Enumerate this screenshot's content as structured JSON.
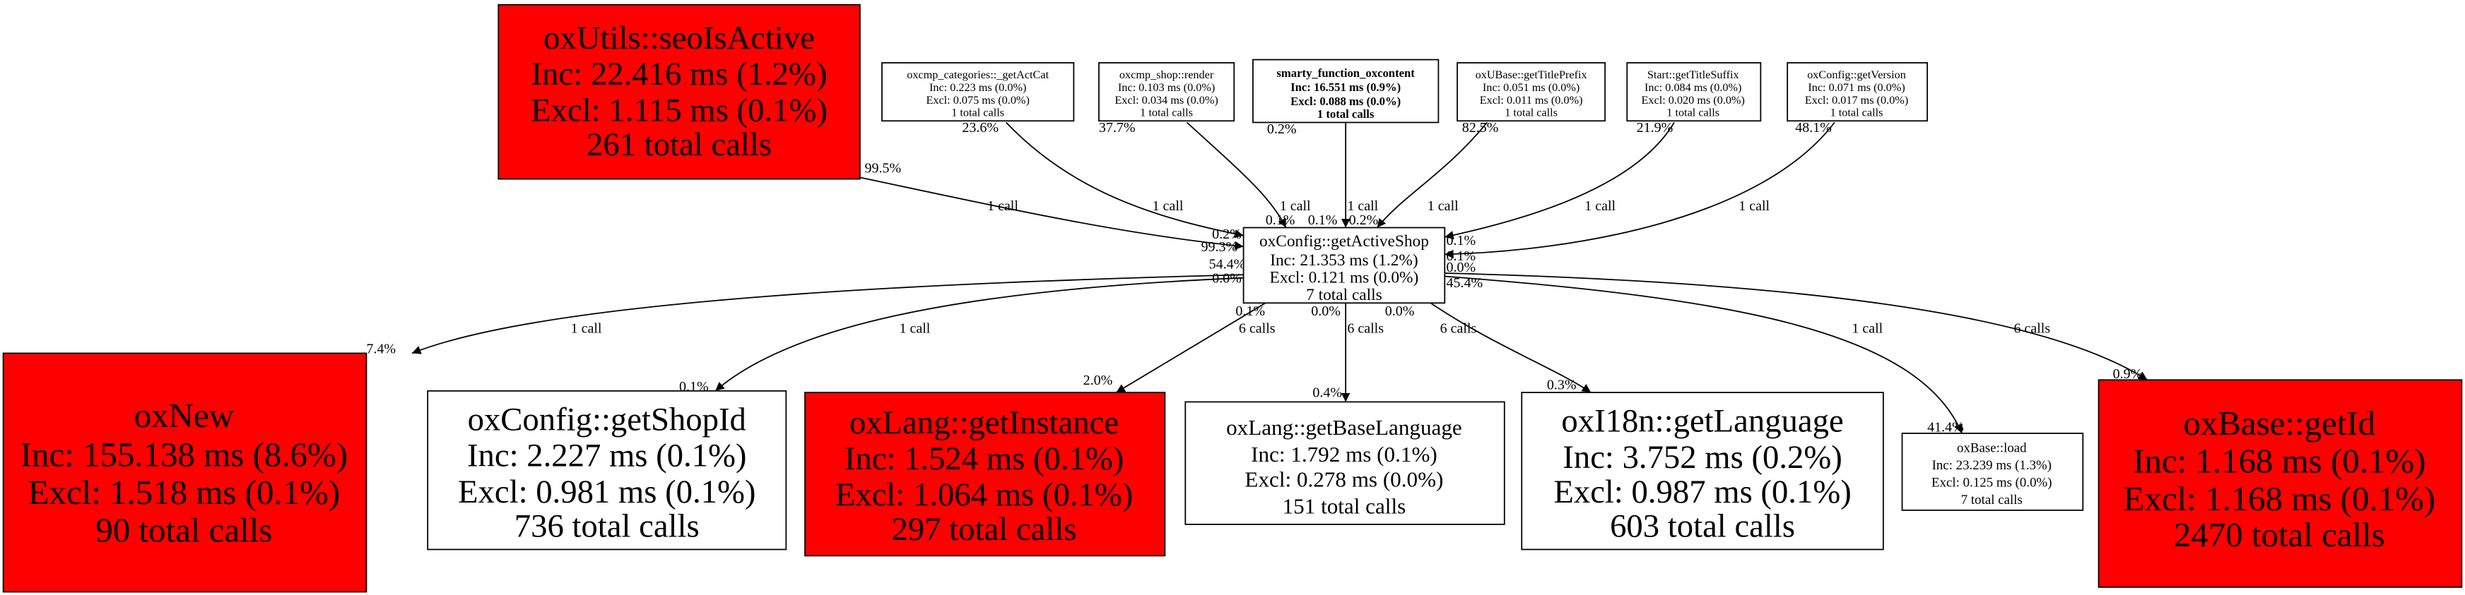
{
  "nodes": {
    "seoIsActive": {
      "name": "oxUtils::seoIsActive",
      "inc": "Inc: 22.416 ms (1.2%)",
      "excl": "Excl: 1.115 ms (0.1%)",
      "calls": "261 total calls",
      "fill": "#ff0000"
    },
    "getActCat": {
      "name": "oxcmp_categories::_getActCat",
      "inc": "Inc: 0.223 ms (0.0%)",
      "excl": "Excl: 0.075 ms (0.0%)",
      "calls": "1 total calls"
    },
    "shopRender": {
      "name": "oxcmp_shop::render",
      "inc": "Inc: 0.103 ms (0.0%)",
      "excl": "Excl: 0.034 ms (0.0%)",
      "calls": "1 total calls"
    },
    "smarty": {
      "name": "smarty_function_oxcontent",
      "inc": "Inc: 16.551 ms (0.9%)",
      "excl": "Excl: 0.088 ms (0.0%)",
      "calls": "1 total calls"
    },
    "getTitlePrefix": {
      "name": "oxUBase::getTitlePrefix",
      "inc": "Inc: 0.051 ms (0.0%)",
      "excl": "Excl: 0.011 ms (0.0%)",
      "calls": "1 total calls"
    },
    "getTitleSuffix": {
      "name": "Start::getTitleSuffix",
      "inc": "Inc: 0.084 ms (0.0%)",
      "excl": "Excl: 0.020 ms (0.0%)",
      "calls": "1 total calls"
    },
    "getVersion": {
      "name": "oxConfig::getVersion",
      "inc": "Inc: 0.071 ms (0.0%)",
      "excl": "Excl: 0.017 ms (0.0%)",
      "calls": "1 total calls"
    },
    "getActiveShop": {
      "name": "oxConfig::getActiveShop",
      "inc": "Inc: 21.353 ms (1.2%)",
      "excl": "Excl: 0.121 ms (0.0%)",
      "calls": "7 total calls"
    },
    "oxNew": {
      "name": "oxNew",
      "inc": "Inc: 155.138 ms (8.6%)",
      "excl": "Excl: 1.518 ms (0.1%)",
      "calls": "90 total calls",
      "fill": "#ff0000"
    },
    "getShopId": {
      "name": "oxConfig::getShopId",
      "inc": "Inc: 2.227 ms (0.1%)",
      "excl": "Excl: 0.981 ms (0.1%)",
      "calls": "736 total calls"
    },
    "getInstance": {
      "name": "oxLang::getInstance",
      "inc": "Inc: 1.524 ms (0.1%)",
      "excl": "Excl: 1.064 ms (0.1%)",
      "calls": "297 total calls",
      "fill": "#ff0000"
    },
    "getBaseLanguage": {
      "name": "oxLang::getBaseLanguage",
      "inc": "Inc: 1.792 ms (0.1%)",
      "excl": "Excl: 0.278 ms (0.0%)",
      "calls": "151 total calls"
    },
    "getLanguage": {
      "name": "oxI18n::getLanguage",
      "inc": "Inc: 3.752 ms (0.2%)",
      "excl": "Excl: 0.987 ms (0.1%)",
      "calls": "603 total calls"
    },
    "load": {
      "name": "oxBase::load",
      "inc": "Inc: 23.239 ms (1.3%)",
      "excl": "Excl: 0.125 ms (0.0%)",
      "calls": "7 total calls"
    },
    "getId": {
      "name": "oxBase::getId",
      "inc": "Inc: 1.168 ms (0.1%)",
      "excl": "Excl: 1.168 ms (0.1%)",
      "calls": "2470 total calls",
      "fill": "#ff0000"
    }
  },
  "edges": [
    {
      "from": "oxUtils::seoIsActive",
      "to": "oxConfig::getActiveShop",
      "src": "99.5%",
      "calls": "1 call",
      "dst": "99.3%"
    },
    {
      "from": "oxcmp_categories::_getActCat",
      "to": "oxConfig::getActiveShop",
      "src": "23.6%",
      "calls": "1 call",
      "dst": "0.2%"
    },
    {
      "from": "oxcmp_shop::render",
      "to": "oxConfig::getActiveShop",
      "src": "37.7%",
      "calls": "1 call",
      "dst": "0.1%"
    },
    {
      "from": "smarty_function_oxcontent",
      "to": "oxConfig::getActiveShop",
      "src": "0.2%",
      "calls": "1 call",
      "dst": "0.1%"
    },
    {
      "from": "oxUBase::getTitlePrefix",
      "to": "oxConfig::getActiveShop",
      "src": "82.5%",
      "calls": "1 call",
      "dst": "0.2%"
    },
    {
      "from": "Start::getTitleSuffix",
      "to": "oxConfig::getActiveShop",
      "src": "21.9%",
      "calls": "1 call",
      "dst": "0.1%"
    },
    {
      "from": "oxConfig::getVersion",
      "to": "oxConfig::getActiveShop",
      "src": "48.1%",
      "calls": "1 call",
      "dst": "0.1%"
    },
    {
      "from": "oxConfig::getActiveShop",
      "to": "oxNew",
      "src": "54.4%",
      "calls": "1 call",
      "dst": "7.4%"
    },
    {
      "from": "oxConfig::getActiveShop",
      "to": "oxConfig::getShopId",
      "src": "0.0%",
      "calls": "1 call",
      "dst": "0.1%"
    },
    {
      "from": "oxConfig::getActiveShop",
      "to": "oxLang::getInstance",
      "src": "0.1%",
      "calls": "6 calls",
      "dst": "2.0%"
    },
    {
      "from": "oxConfig::getActiveShop",
      "to": "oxLang::getBaseLanguage",
      "src": "0.0%",
      "calls": "6 calls",
      "dst": "0.4%"
    },
    {
      "from": "oxConfig::getActiveShop",
      "to": "oxI18n::getLanguage",
      "src": "0.0%",
      "calls": "6 calls",
      "dst": "0.3%"
    },
    {
      "from": "oxConfig::getActiveShop",
      "to": "oxBase::load",
      "src": "45.4%",
      "calls": "1 call",
      "dst": "41.4%"
    },
    {
      "from": "oxConfig::getActiveShop",
      "to": "oxBase::getId",
      "src": "0.0%",
      "calls": "6 calls",
      "dst": "0.9%"
    }
  ]
}
